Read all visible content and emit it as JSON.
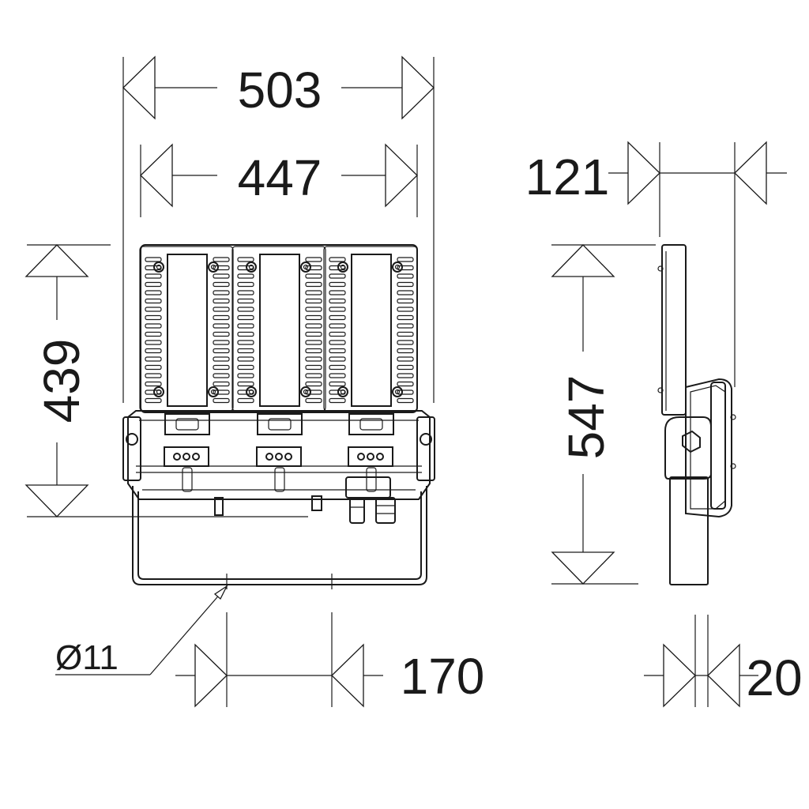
{
  "dimensions": {
    "overall_width": "503",
    "heatsink_width": "447",
    "height": "439",
    "depth": "121",
    "height_with_bracket": "547",
    "mounting_hole": "Ø11",
    "hole_spacing": "170",
    "bracket_thickness": "20"
  },
  "colors": {
    "line": "#1a1a1a",
    "background": "#ffffff"
  }
}
